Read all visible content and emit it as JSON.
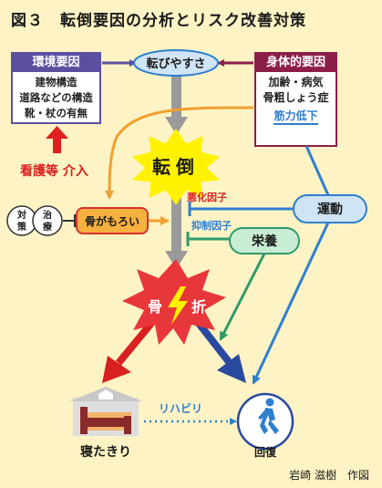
{
  "title": "図３　転倒要因の分析とリスク改善対策",
  "env_box": {
    "header": "環境要因",
    "lines": [
      "建物構造",
      "道路などの構造",
      "靴・杖の有無"
    ],
    "header_color": "#5b50a0"
  },
  "body_box": {
    "header": "身体的要因",
    "lines": [
      "加齢・病気",
      "骨粗しょう症"
    ],
    "highlight": "筋力低下",
    "header_color": "#8c1f4a"
  },
  "korobi": "転びやすさ",
  "nursing": "看護等 介入",
  "tentou": "転倒",
  "taisaku": {
    "a": "対",
    "b": "策",
    "c": "治",
    "d": "療"
  },
  "hone": "骨がもろい",
  "akka": "悪化因子",
  "yokusei": "抑制因子",
  "undou": "運動",
  "eiyou": "栄養",
  "kossetsu": {
    "left": "骨",
    "right": "折"
  },
  "rehab": "リハビリ",
  "netakiri": "寝たきり",
  "kaifuku": "回復",
  "credit": "岩崎 滋樹　作図",
  "colors": {
    "background": "#fdf3c4",
    "orange": "#f0a030",
    "red": "#d92020",
    "blue": "#2f7fd0",
    "green": "#2f9a6a",
    "purple": "#5b50a0",
    "maroon": "#8c1f4a"
  }
}
